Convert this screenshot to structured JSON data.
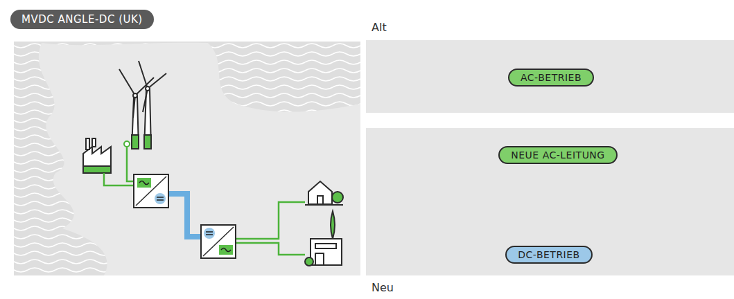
{
  "diagram": {
    "title": "MVDC ANGLE-DC (UK)",
    "nodes": [
      {
        "text": [
          "Alt"
        ]
      },
      {
        "text": [
          "AC-BETRIEB"
        ],
        "in": 0
      },
      {
        "text": [
          "Neu"
        ]
      },
      {
        "text": [
          "NEUE AC-LEITUNG"
        ],
        "in": 2
      },
      {
        "text": [
          "DC-BETRIEB"
        ],
        "in": 2
      }
    ]
  }
}
